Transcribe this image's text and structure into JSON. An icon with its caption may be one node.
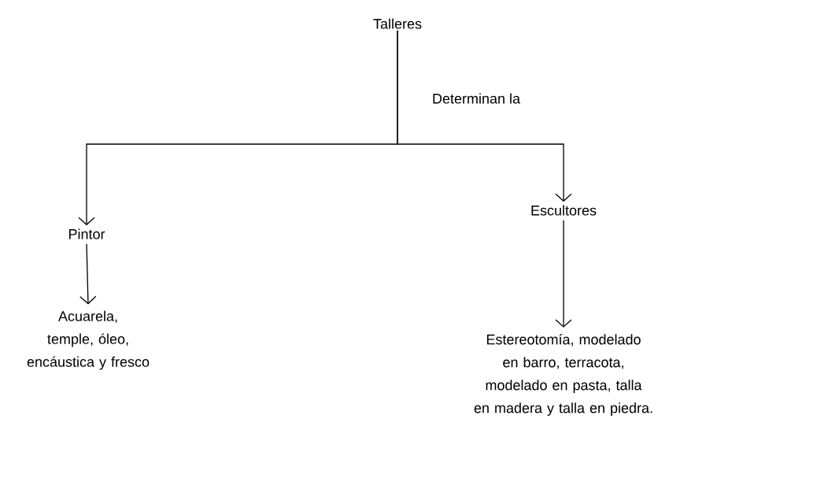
{
  "diagram": {
    "nodes": [
      {
        "text": [
          "Talleres"
        ]
      },
      {
        "text": [
          "Pintor"
        ]
      },
      {
        "text": [
          "Acuarela, temple, óleo, encáustica y fresco"
        ]
      },
      {
        "text": [
          "Escultores"
        ]
      },
      {
        "text": [
          "Estereotomía, modelado en barro, terracota, modelado en pasta, talla en madera y talla en piedra."
        ]
      }
    ],
    "edges": [
      {
        "from": 0,
        "to": 1,
        "arrow": "to"
      },
      {
        "from": 0,
        "to": 3,
        "arrow": "to",
        "label": "Determinan la"
      },
      {
        "from": 1,
        "to": 2,
        "arrow": "to"
      },
      {
        "from": 3,
        "to": 4,
        "arrow": "to"
      }
    ]
  }
}
